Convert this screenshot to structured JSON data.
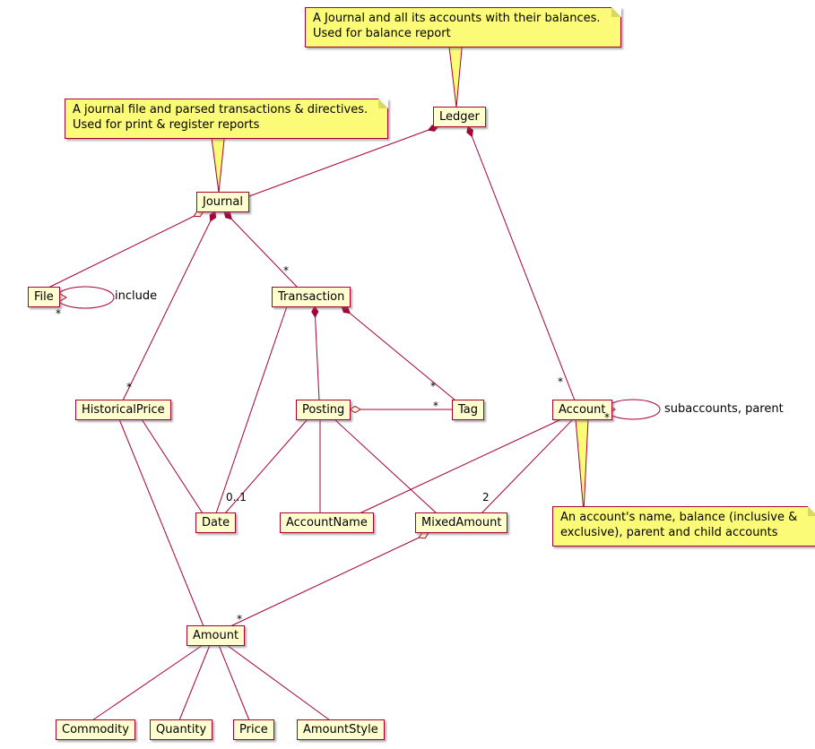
{
  "diagram": {
    "nodes": {
      "ledger": {
        "label": "Ledger"
      },
      "journal": {
        "label": "Journal"
      },
      "file": {
        "label": "File"
      },
      "transaction": {
        "label": "Transaction"
      },
      "historicalprice": {
        "label": "HistoricalPrice"
      },
      "posting": {
        "label": "Posting"
      },
      "tag": {
        "label": "Tag"
      },
      "account": {
        "label": "Account"
      },
      "date": {
        "label": "Date"
      },
      "accountname": {
        "label": "AccountName"
      },
      "mixedamount": {
        "label": "MixedAmount"
      },
      "amount": {
        "label": "Amount"
      },
      "commodity": {
        "label": "Commodity"
      },
      "quantity": {
        "label": "Quantity"
      },
      "price": {
        "label": "Price"
      },
      "amountstyle": {
        "label": "AmountStyle"
      }
    },
    "notes": {
      "ledger_note": {
        "line1": "A Journal and all its accounts with their balances.",
        "line2": "Used for balance report"
      },
      "journal_note": {
        "line1": "A journal file and parsed transactions & directives.",
        "line2": "Used for print & register reports"
      },
      "account_note": {
        "line1": "An account's name, balance (inclusive &",
        "line2": "exclusive), parent and child accounts"
      }
    },
    "labels": {
      "star": "*",
      "zero_or_one": "0..1",
      "two": "2",
      "include": "include",
      "subaccounts_parent": "subaccounts, parent"
    },
    "relationships": [
      {
        "from": "Ledger",
        "to": "Journal",
        "type": "composition"
      },
      {
        "from": "Ledger",
        "to": "Account",
        "type": "composition",
        "multiplicity": "*"
      },
      {
        "from": "Journal",
        "to": "File",
        "type": "aggregation"
      },
      {
        "from": "File",
        "to": "File",
        "type": "aggregation",
        "label": "include",
        "multiplicity": "*"
      },
      {
        "from": "Journal",
        "to": "Transaction",
        "type": "composition",
        "multiplicity": "*"
      },
      {
        "from": "Journal",
        "to": "HistoricalPrice",
        "type": "composition",
        "multiplicity": "*"
      },
      {
        "from": "Transaction",
        "to": "Posting",
        "type": "composition"
      },
      {
        "from": "Transaction",
        "to": "Tag",
        "type": "composition",
        "multiplicity": "*"
      },
      {
        "from": "Transaction",
        "to": "Date",
        "type": "association"
      },
      {
        "from": "Posting",
        "to": "Tag",
        "type": "aggregation",
        "multiplicity": "*"
      },
      {
        "from": "Posting",
        "to": "Date",
        "type": "association",
        "multiplicity": "0..1"
      },
      {
        "from": "Posting",
        "to": "AccountName",
        "type": "association"
      },
      {
        "from": "Posting",
        "to": "MixedAmount",
        "type": "association"
      },
      {
        "from": "Account",
        "to": "AccountName",
        "type": "association"
      },
      {
        "from": "Account",
        "to": "MixedAmount",
        "type": "association",
        "multiplicity": "2"
      },
      {
        "from": "Account",
        "to": "Account",
        "type": "aggregation",
        "label": "subaccounts, parent",
        "multiplicity": "*"
      },
      {
        "from": "HistoricalPrice",
        "to": "Date",
        "type": "association"
      },
      {
        "from": "HistoricalPrice",
        "to": "Amount",
        "type": "association"
      },
      {
        "from": "MixedAmount",
        "to": "Amount",
        "type": "aggregation",
        "multiplicity": "*"
      },
      {
        "from": "Amount",
        "to": "Commodity",
        "type": "association"
      },
      {
        "from": "Amount",
        "to": "Quantity",
        "type": "association"
      },
      {
        "from": "Amount",
        "to": "Price",
        "type": "association"
      },
      {
        "from": "Amount",
        "to": "AmountStyle",
        "type": "association"
      }
    ],
    "colors": {
      "node_fill": "#FEFECE",
      "node_border": "#A80036",
      "note_fill": "#FBFB77",
      "line": "#A80036"
    }
  }
}
